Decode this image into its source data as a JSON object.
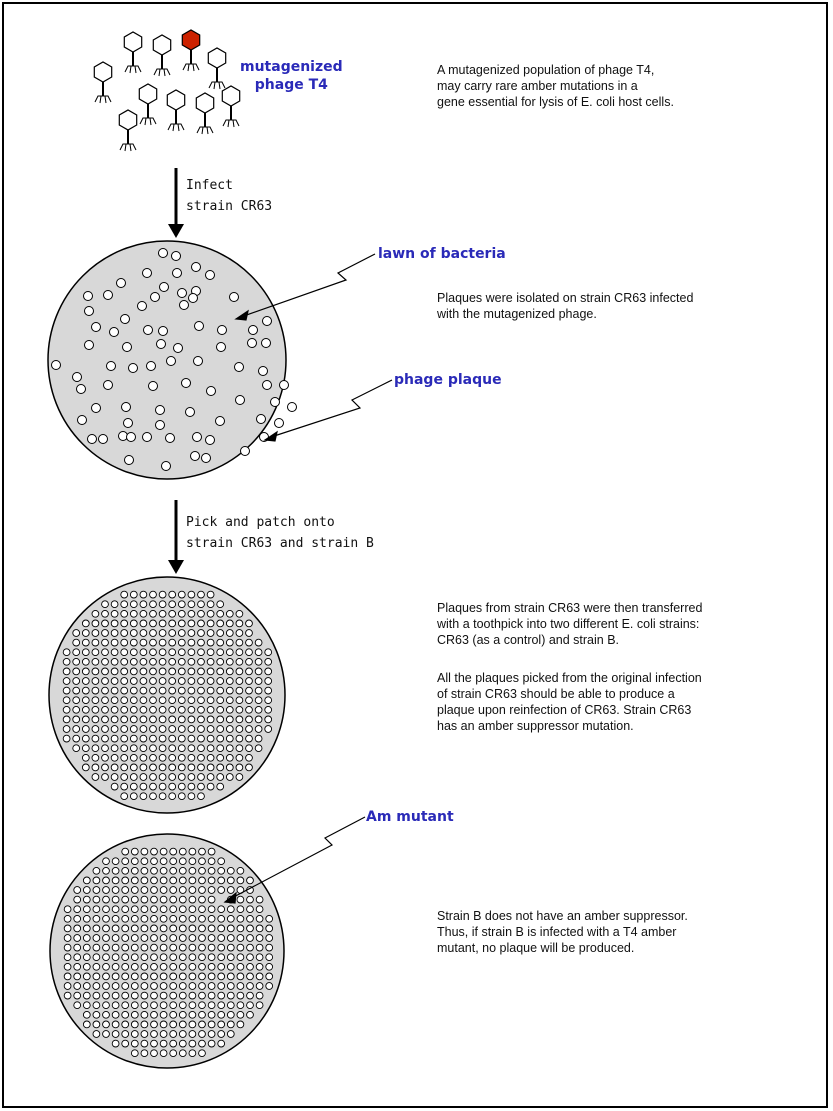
{
  "labels": {
    "phage": "mutagenized\nphage T4",
    "lawn": "lawn of bacteria",
    "plaque": "phage plaque",
    "am_mutant": "Am mutant"
  },
  "steps": {
    "infect": "Infect\nstrain CR63",
    "pick": "Pick and patch onto\nstrain CR63 and strain B"
  },
  "descriptions": {
    "d1": "A mutagenized population of phage T4,\nmay carry rare amber mutations in a\ngene essential for lysis of E. coli host cells.",
    "d2": "Plaques were isolated on strain CR63 infected\nwith the mutagenized phage.",
    "d3": "Plaques from strain CR63 were then transferred\nwith a toothpick into two different E. coli strains:\nCR63 (as a control) and strain B.",
    "d4": "All the plaques picked from the original infection\nof strain CR63 should be able to produce a\nplaque upon reinfection of CR63. Strain CR63\nhas an amber suppressor mutation.",
    "d5": "Strain B does not have an amber suppressor.\nThus, if strain B is infected with a T4 amber\nmutant, no plaque will be produced."
  },
  "colors": {
    "label": "#2a2ab8",
    "dish": "#d8d8d8",
    "mutant_phage": "#cc2200"
  },
  "icons": [
    "phage-icon",
    "petri-dish",
    "plaque-circle",
    "down-arrow"
  ]
}
